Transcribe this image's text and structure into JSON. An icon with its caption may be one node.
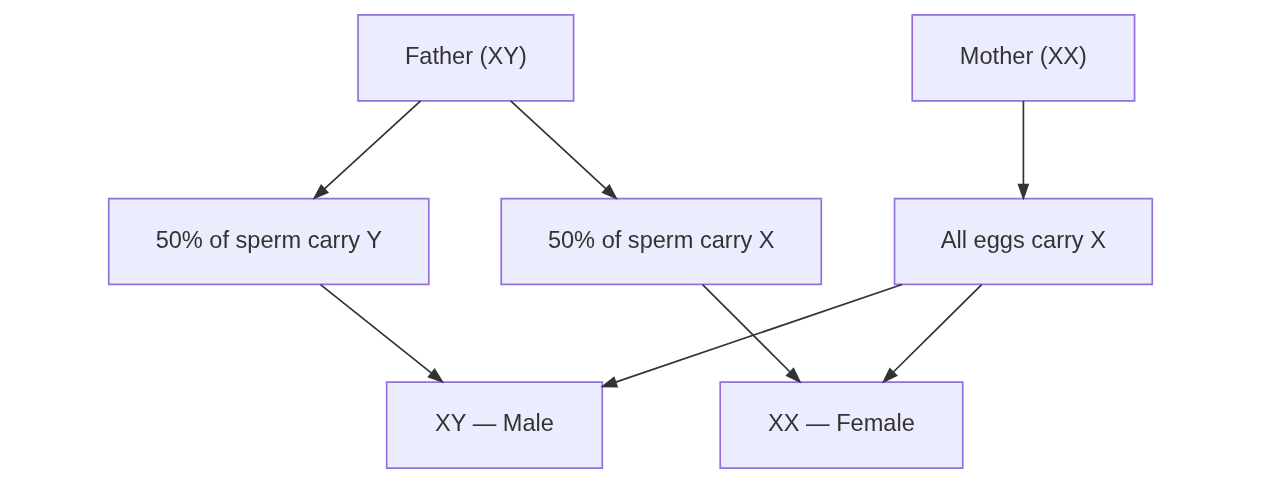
{
  "diagram": {
    "nodes": [
      {
        "text": [
          "Mother (XX)"
        ]
      },
      {
        "text": [
          "Father (XY)"
        ]
      },
      {
        "text": [
          "All eggs carry X"
        ]
      },
      {
        "text": [
          "50% of sperm carry X"
        ]
      },
      {
        "text": [
          "50% of sperm carry Y"
        ]
      },
      {
        "text": [
          "XX — Female"
        ]
      },
      {
        "text": [
          "XY — Male"
        ]
      }
    ],
    "edges": [
      {
        "from": 0,
        "to": 2,
        "arrow": "to"
      },
      {
        "from": 1,
        "to": 3,
        "arrow": "to"
      },
      {
        "from": 1,
        "to": 4,
        "arrow": "to"
      },
      {
        "from": 2,
        "to": 5,
        "arrow": "to"
      },
      {
        "from": 2,
        "to": 6,
        "arrow": "to"
      },
      {
        "from": 3,
        "to": 5,
        "arrow": "to"
      },
      {
        "from": 4,
        "to": 6,
        "arrow": "to"
      }
    ]
  }
}
